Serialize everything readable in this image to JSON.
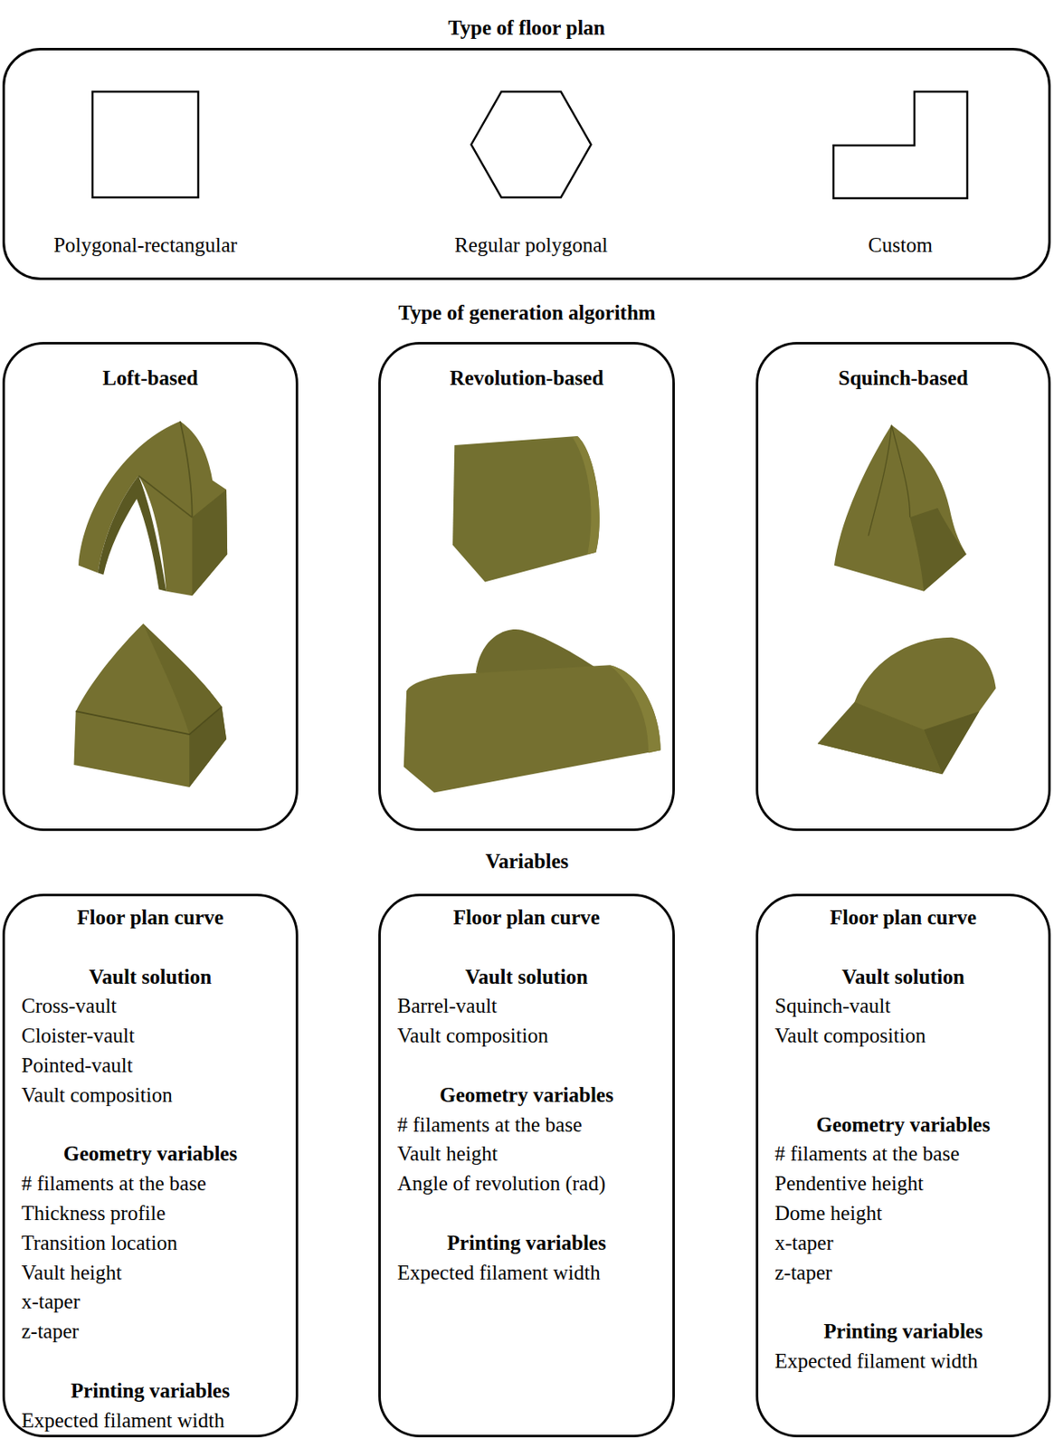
{
  "diagram": {
    "nodes": [
      {
        "text": [
          "Type of floor plan"
        ]
      },
      {
        "text": [
          "Polygonal-rectangular"
        ],
        "in": 0
      },
      {
        "text": [
          "Regular polygonal"
        ],
        "in": 0
      },
      {
        "text": [
          "Custom"
        ],
        "in": 0
      },
      {
        "text": [
          "Loft-based"
        ]
      },
      {
        "text": [
          "Revolution-based"
        ]
      },
      {
        "text": [
          "Squinch-based"
        ]
      },
      {
        "text": [
          "Floor plan curve",
          "Vault solution",
          "Cross-vault",
          "Cloister-vault",
          "Pointed-vault",
          "Vault composition",
          "Geometry variables",
          "# filaments at the base",
          "Thickness profile",
          "Transition location",
          "Vault height",
          "x-taper",
          "z-taper",
          "Printing variables",
          "Expected filament width"
        ]
      },
      {
        "text": [
          "Floor plan curve",
          "Vault solution",
          "Barrel-vault",
          "Vault composition",
          "Geometry variables",
          "# filaments at the base",
          "Vault height",
          "Angle of revolution (rad)",
          "Printing variables",
          "Expected filament width"
        ]
      },
      {
        "text": [
          "Floor plan curve",
          "Vault solution",
          "Squinch-vault",
          "Vault composition",
          "Geometry variables",
          "# filaments at the base",
          "Pendentive height",
          "Dome height",
          "x-taper",
          "z-taper",
          "Printing variables",
          "Expected filament width"
        ]
      }
    ],
    "labels": [
      "Type of generation algorithm",
      "Variables"
    ]
  }
}
